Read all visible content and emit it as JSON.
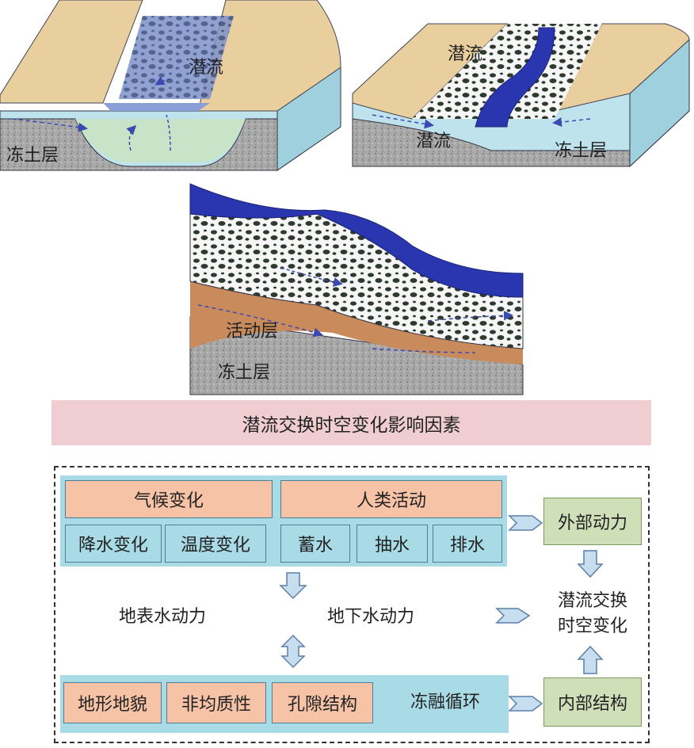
{
  "diagrams": {
    "top_left": {
      "flow_label": "潜流",
      "permafrost_label": "冻土层"
    },
    "top_right": {
      "flow_label_upper": "潜流",
      "flow_label_lower": "潜流",
      "permafrost_label": "冻土层"
    },
    "middle": {
      "active_layer_label": "活动层",
      "permafrost_label": "冻土层"
    }
  },
  "banner": {
    "title": "潜流交换时空变化影响因素"
  },
  "factors": {
    "climate": {
      "title": "气候变化",
      "items": [
        "降水变化",
        "温度变化"
      ]
    },
    "human": {
      "title": "人类活动",
      "items": [
        "蓄水",
        "抽水",
        "排水"
      ]
    },
    "surface_dynamics": "地表水动力",
    "ground_dynamics": "地下水动力",
    "structure_items": [
      "地形地貌",
      "非均质性",
      "孔隙结构"
    ],
    "freeze_thaw": "冻融循环",
    "external": "外部动力",
    "internal": "内部结构",
    "result_line1": "潜流交换",
    "result_line2": "时空变化"
  },
  "colors": {
    "sand": "#e9cf9e",
    "water": "#3140a8",
    "ice": "#bfe3ec",
    "soil": "#c98a5c",
    "rock": "#a7a7a7"
  }
}
